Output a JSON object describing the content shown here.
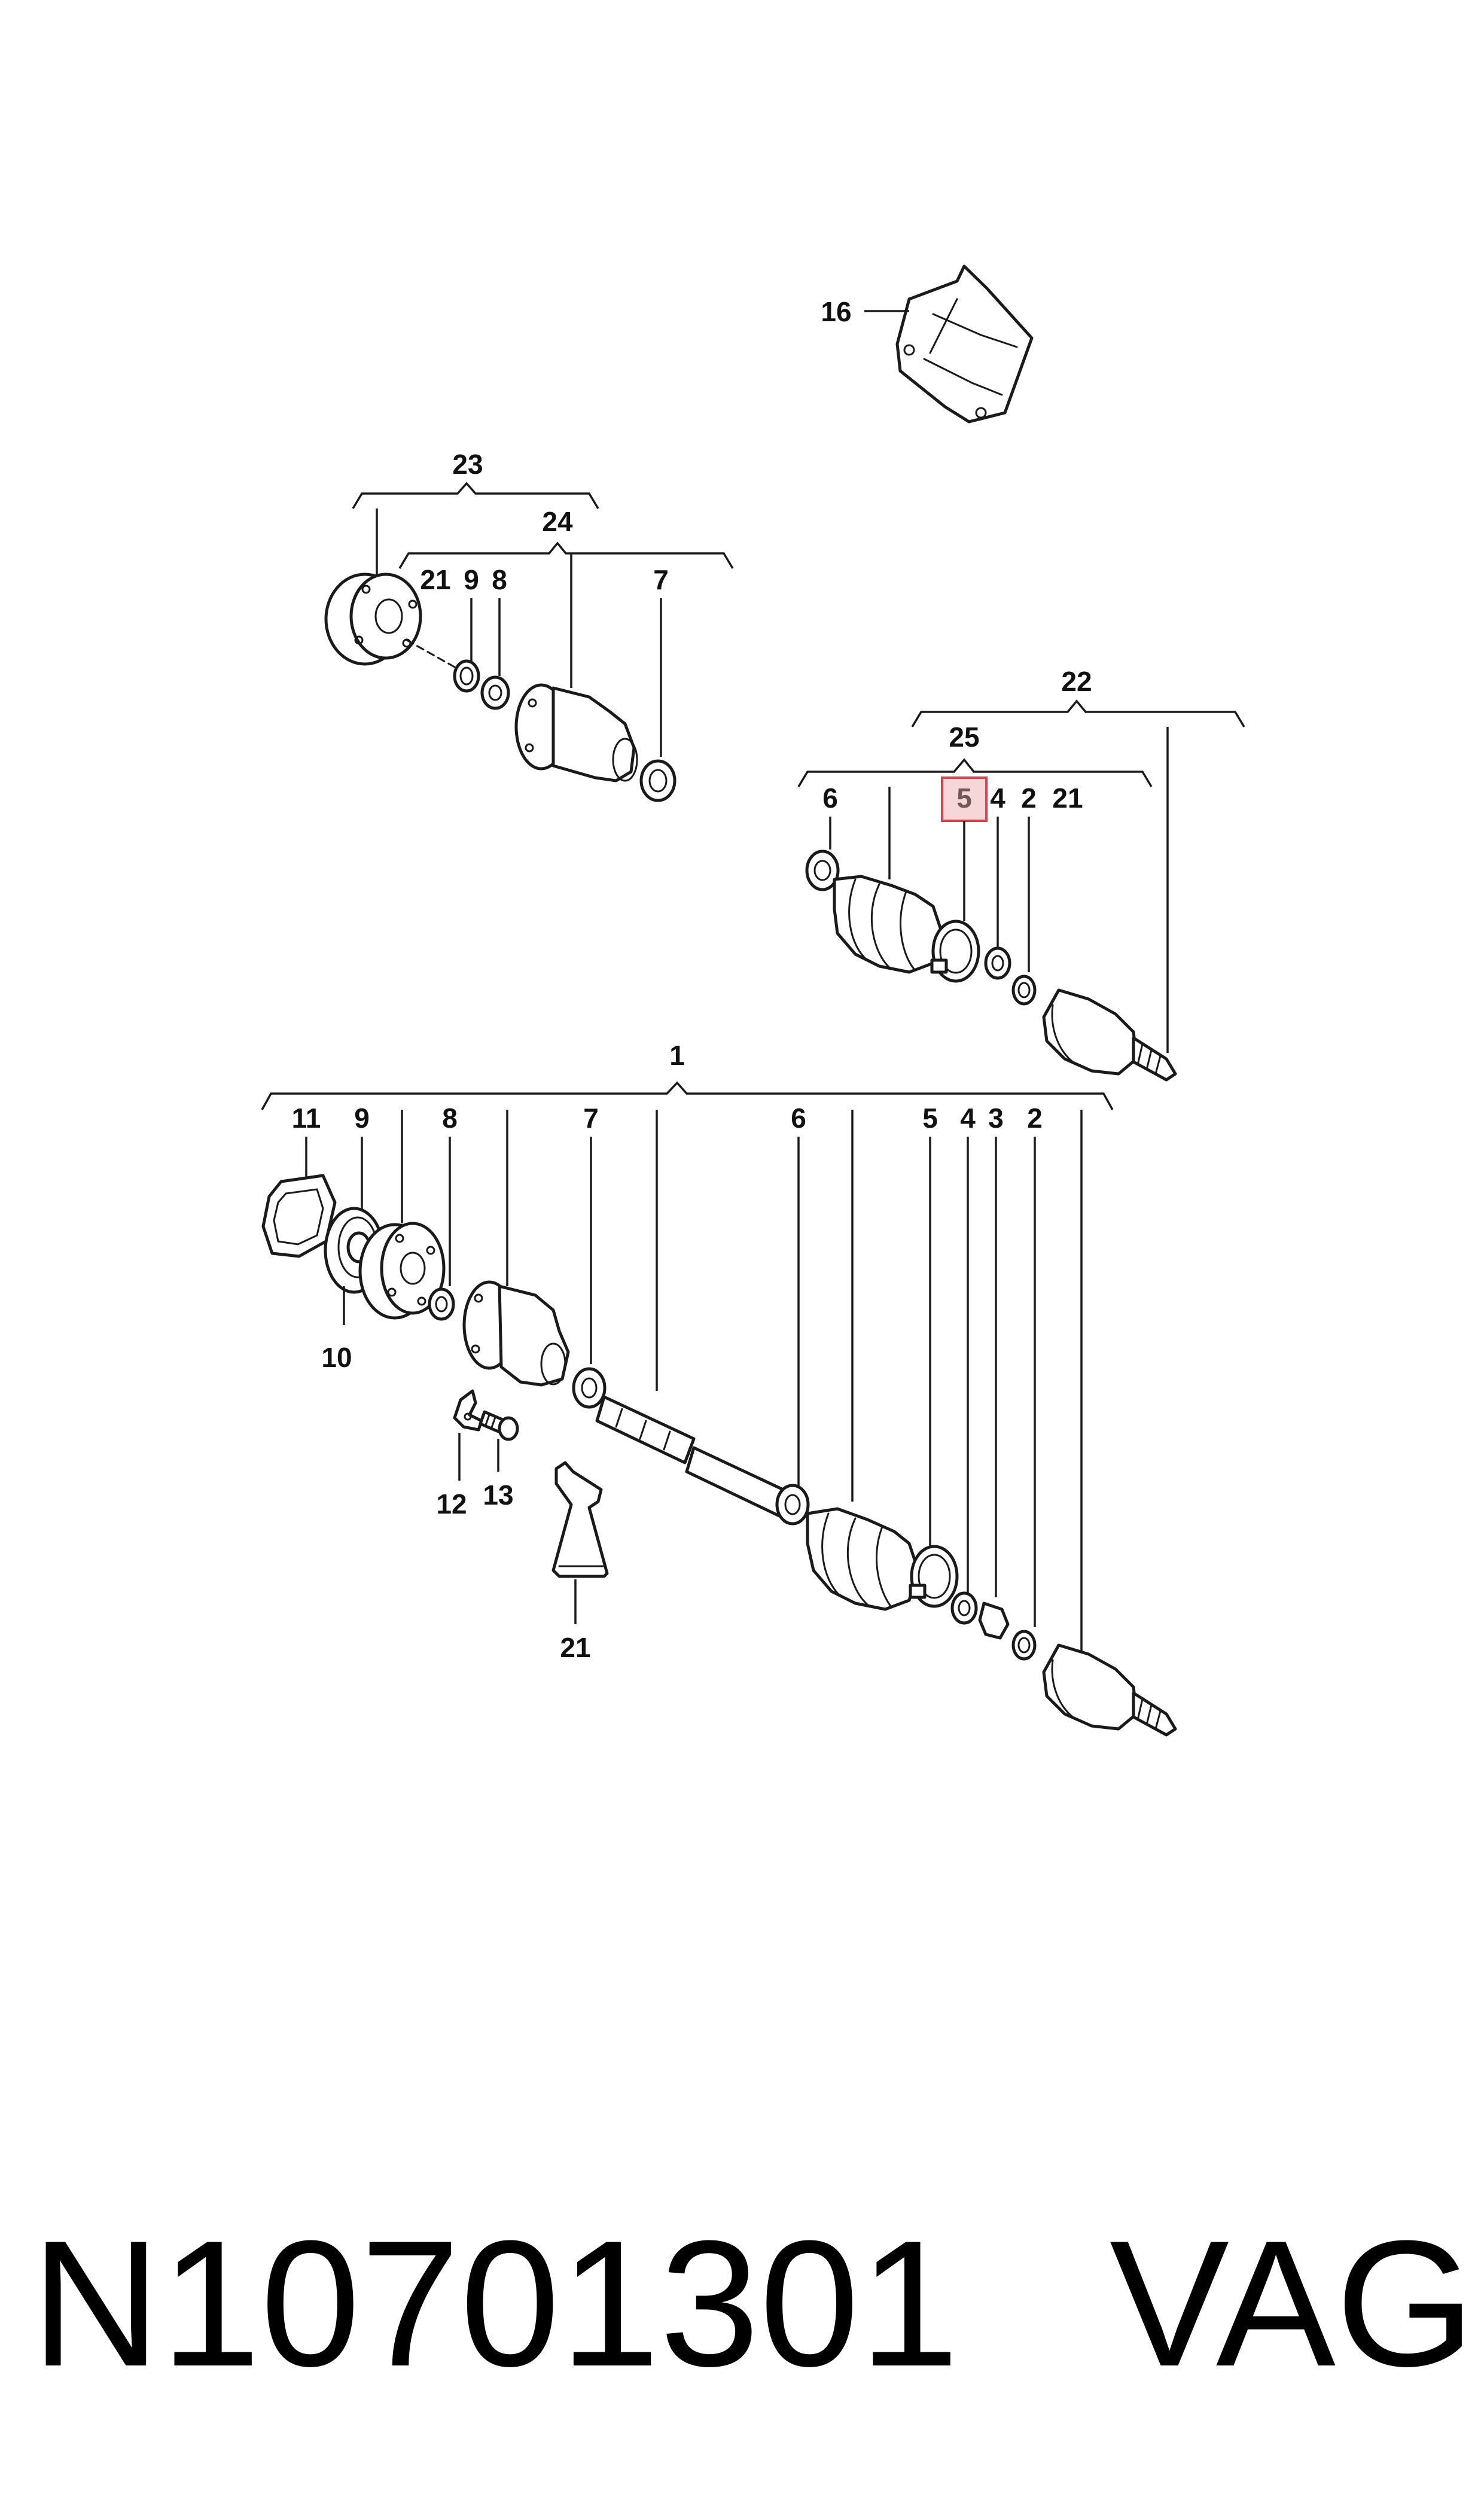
{
  "diagram": {
    "groups": {
      "g1": "1",
      "g22": "22",
      "g23": "23",
      "g24": "24",
      "g25": "25"
    },
    "callouts": {
      "c16": "16",
      "c21a": "21",
      "c9a": "9",
      "c8a": "8",
      "c7a": "7",
      "c6b": "6",
      "c5b": "5",
      "c4b": "4",
      "c2b": "2",
      "c21b": "21",
      "c11": "11",
      "c9": "9",
      "c8": "8",
      "c7": "7",
      "c6": "6",
      "c5": "5",
      "c4": "4",
      "c3": "3",
      "c2": "2",
      "c10": "10",
      "c12": "12",
      "c13": "13",
      "c21": "21"
    },
    "highlighted_callout": "5",
    "highlight_color": "#d9434f"
  },
  "footer": {
    "part_number": "N10701301",
    "brand": "VAG"
  }
}
